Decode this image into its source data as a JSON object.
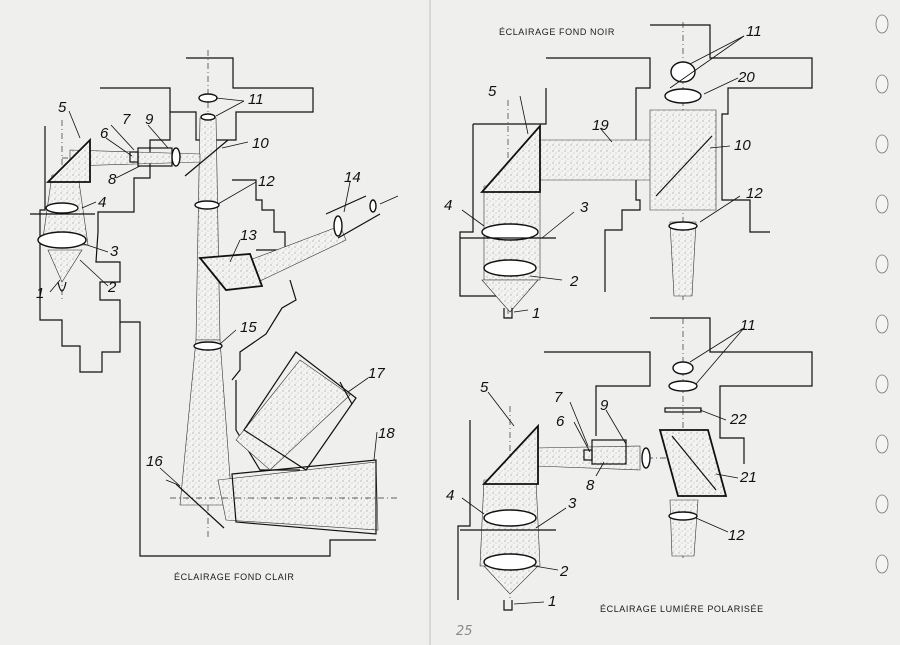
{
  "captions": {
    "bright_field": "ÉCLAIRAGE FOND CLAIR",
    "dark_field": "ÉCLAIRAGE FOND NOIR",
    "polarized": "ÉCLAIRAGE LUMIÈRE POLARISÉE"
  },
  "page_number": "25",
  "labels": {
    "fig1": [
      "1",
      "2",
      "3",
      "4",
      "5",
      "6",
      "7",
      "8",
      "9",
      "10",
      "11",
      "12",
      "13",
      "14",
      "15",
      "16",
      "17",
      "18"
    ],
    "fig2": [
      "1",
      "2",
      "3",
      "4",
      "5",
      "10",
      "11",
      "12",
      "19",
      "20"
    ],
    "fig3": [
      "1",
      "2",
      "3",
      "4",
      "5",
      "6",
      "7",
      "8",
      "9",
      "11",
      "12",
      "21",
      "22"
    ]
  },
  "binder_holes": 10
}
